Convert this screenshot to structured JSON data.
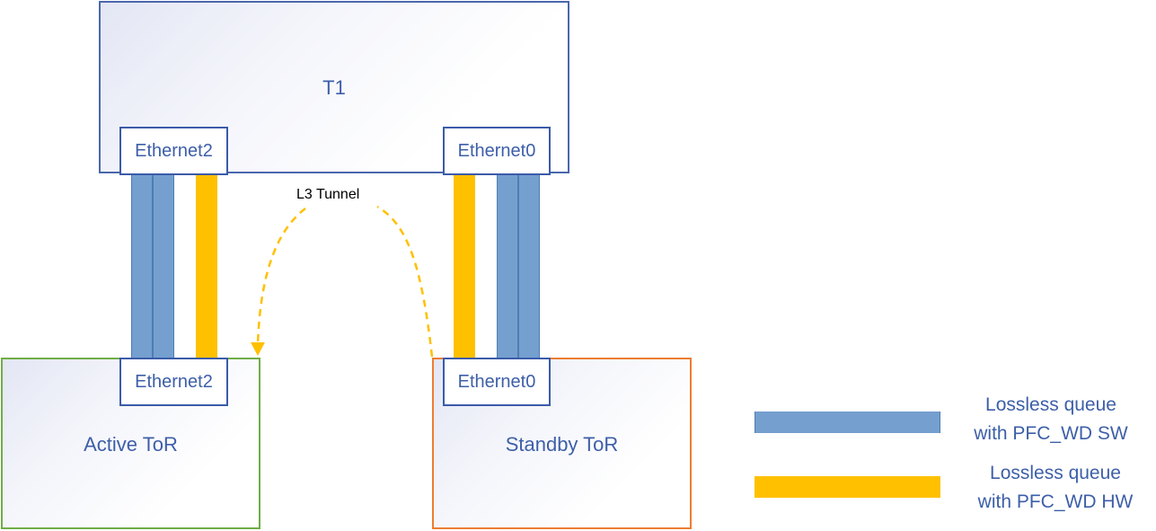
{
  "t1": {
    "title": "T1",
    "port_left": "Ethernet2",
    "port_right": "Ethernet0"
  },
  "active_tor": {
    "title": "Active ToR",
    "port": "Ethernet2"
  },
  "standby_tor": {
    "title": "Standby ToR",
    "port": "Ethernet0"
  },
  "tunnel": {
    "label": "L3 Tunnel"
  },
  "legend": {
    "sw": {
      "line1": "Lossless queue",
      "line2": "with PFC_WD SW"
    },
    "hw": {
      "line1": "Lossless queue",
      "line2": "with PFC_WD HW"
    }
  },
  "colors": {
    "sw_queue": "#749fcf",
    "hw_queue": "#ffc000",
    "active_border": "#70ad47",
    "standby_border": "#ed7d31",
    "t1_border": "#4a67ad"
  }
}
